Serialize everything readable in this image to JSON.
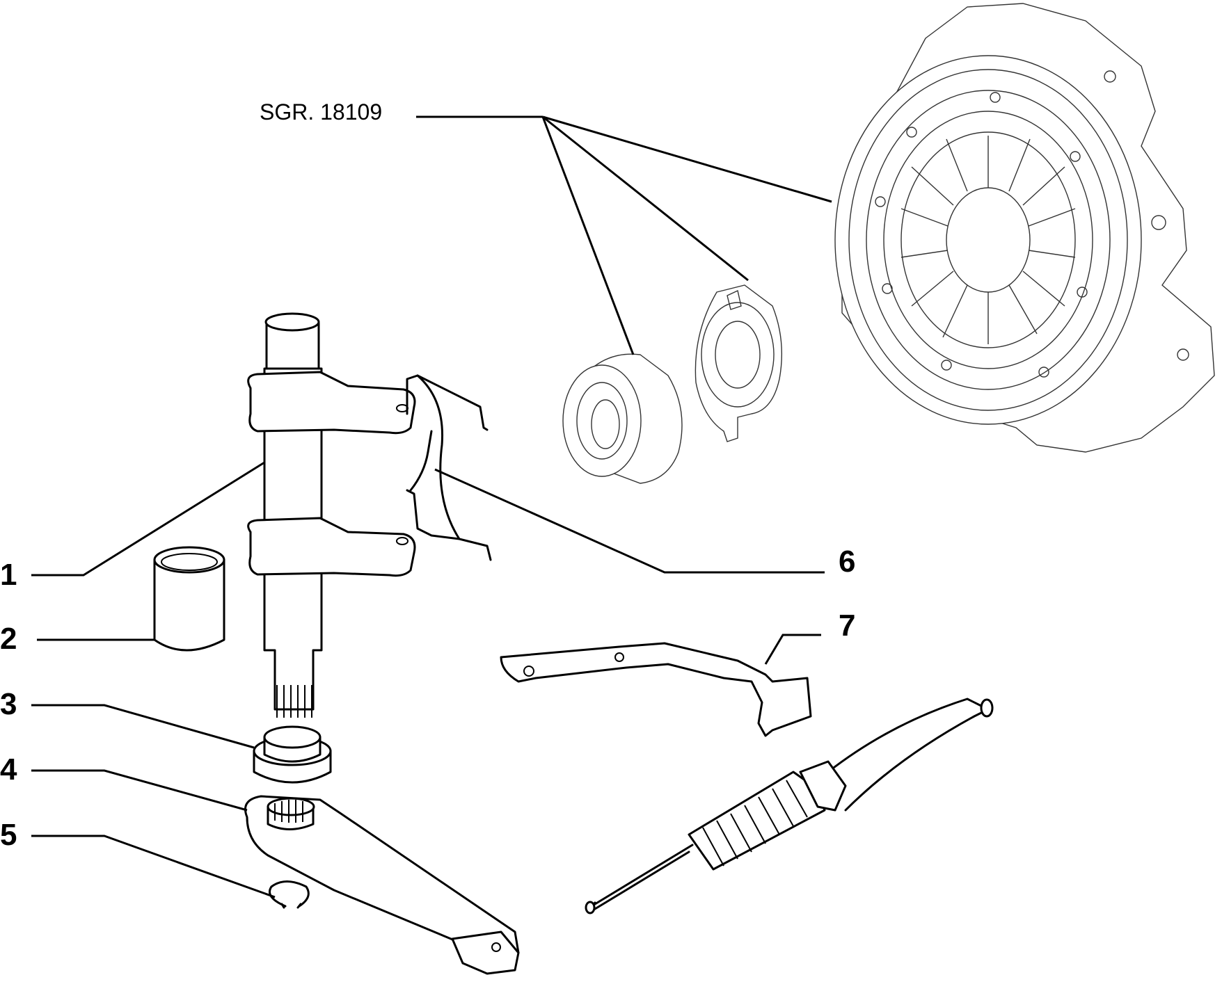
{
  "group_label": "SGR. 18109",
  "callouts": [
    {
      "number": "1",
      "part": "clutch-fork-shaft"
    },
    {
      "number": "2",
      "part": "bushing"
    },
    {
      "number": "3",
      "part": "seal-bushing"
    },
    {
      "number": "4",
      "part": "release-lever"
    },
    {
      "number": "5",
      "part": "circlip"
    },
    {
      "number": "6",
      "part": "fork-spring-clip"
    },
    {
      "number": "7",
      "part": "cable-bracket"
    }
  ],
  "colors": {
    "line": "#000000",
    "background": "#ffffff"
  }
}
